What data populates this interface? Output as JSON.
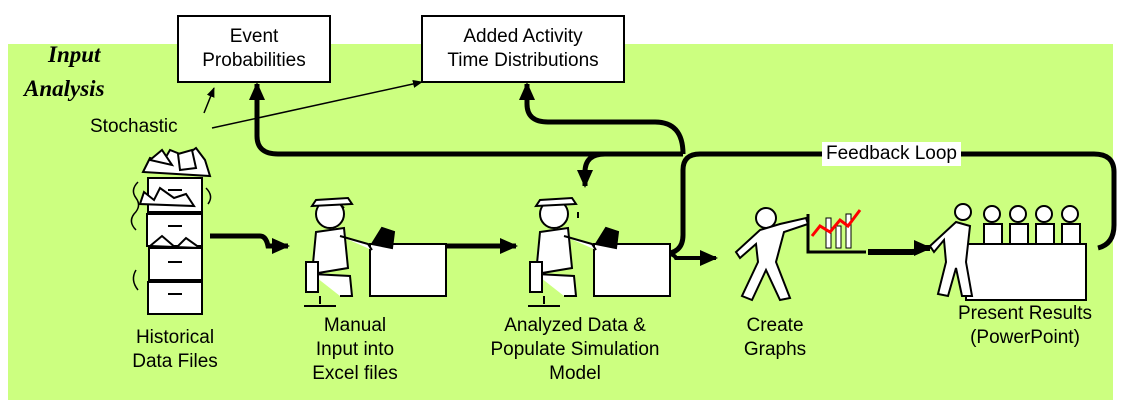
{
  "diagram": {
    "section_label_line1": "Input",
    "section_label_line2": "Analysis",
    "boxes": {
      "event_line1": "Event",
      "event_line2": "Probabilities",
      "activity_line1": "Added Activity",
      "activity_line2": "Time Distributions"
    },
    "stochastic_label": "Stochastic",
    "feedback_label": "Feedback Loop",
    "steps": {
      "historical_line1": "Historical",
      "historical_line2": "Data Files",
      "manual_line1": "Manual",
      "manual_line2": "Input into",
      "manual_line3": "Excel files",
      "analyzed_line1": "Analyzed Data &",
      "analyzed_line2": "Populate Simulation",
      "analyzed_line3": "Model",
      "graphs_line1": "Create",
      "graphs_line2": "Graphs",
      "present_line1": "Present Results",
      "present_line2": "(PowerPoint)"
    },
    "colors": {
      "background": "#ccff80",
      "line": "#000000",
      "chart_line": "#ff0000"
    }
  }
}
